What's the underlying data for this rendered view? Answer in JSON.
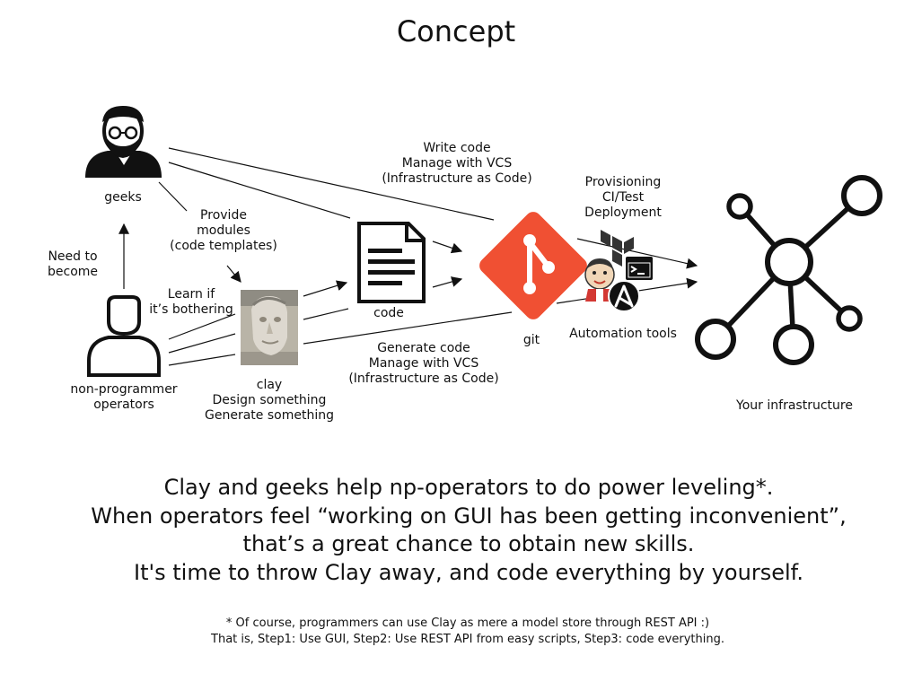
{
  "title": "Concept",
  "nodes": {
    "geeks": "geeks",
    "operators": [
      "non-programmer",
      "operators"
    ],
    "clay": [
      "clay",
      "Design something",
      "Generate something"
    ],
    "code": "code",
    "git": "git",
    "automation": "Automation tools",
    "infrastructure": "Your infrastructure"
  },
  "edges": {
    "need_to_become": [
      "Need to",
      "become"
    ],
    "provide_modules": [
      "Provide",
      "modules",
      "(code templates)"
    ],
    "learn_if": [
      "Learn if",
      "it’s bothering"
    ],
    "write_code": [
      "Write code",
      "Manage with VCS",
      "(Infrastructure as Code)"
    ],
    "provisioning": [
      "Provisioning",
      "CI/Test",
      "Deployment"
    ],
    "generate_code": [
      "Generate code",
      "Manage with VCS",
      "(Infrastructure as Code)"
    ]
  },
  "message": [
    "Clay and geeks help np-operators to do power leveling*.",
    "When operators feel “working on GUI has been getting inconvenient”,",
    "that’s a great chance to obtain new skills.",
    "It's time to throw Clay away, and code everything by yourself."
  ],
  "footnote": [
    "* Of course, programmers can use Clay as mere a model store through REST API :)",
    "That is, Step1: Use GUI, Step2: Use REST API from easy scripts, Step3: code everything."
  ],
  "colors": {
    "git": "#f05033",
    "terraform": "#333333",
    "ansible": "#111111",
    "jenkins": "#d33833"
  },
  "icons": [
    "geek-icon",
    "person-icon",
    "clay-photo",
    "document-icon",
    "git-logo",
    "terraform-icon",
    "terminal-icon",
    "jenkins-icon",
    "ansible-icon",
    "network-icon"
  ]
}
